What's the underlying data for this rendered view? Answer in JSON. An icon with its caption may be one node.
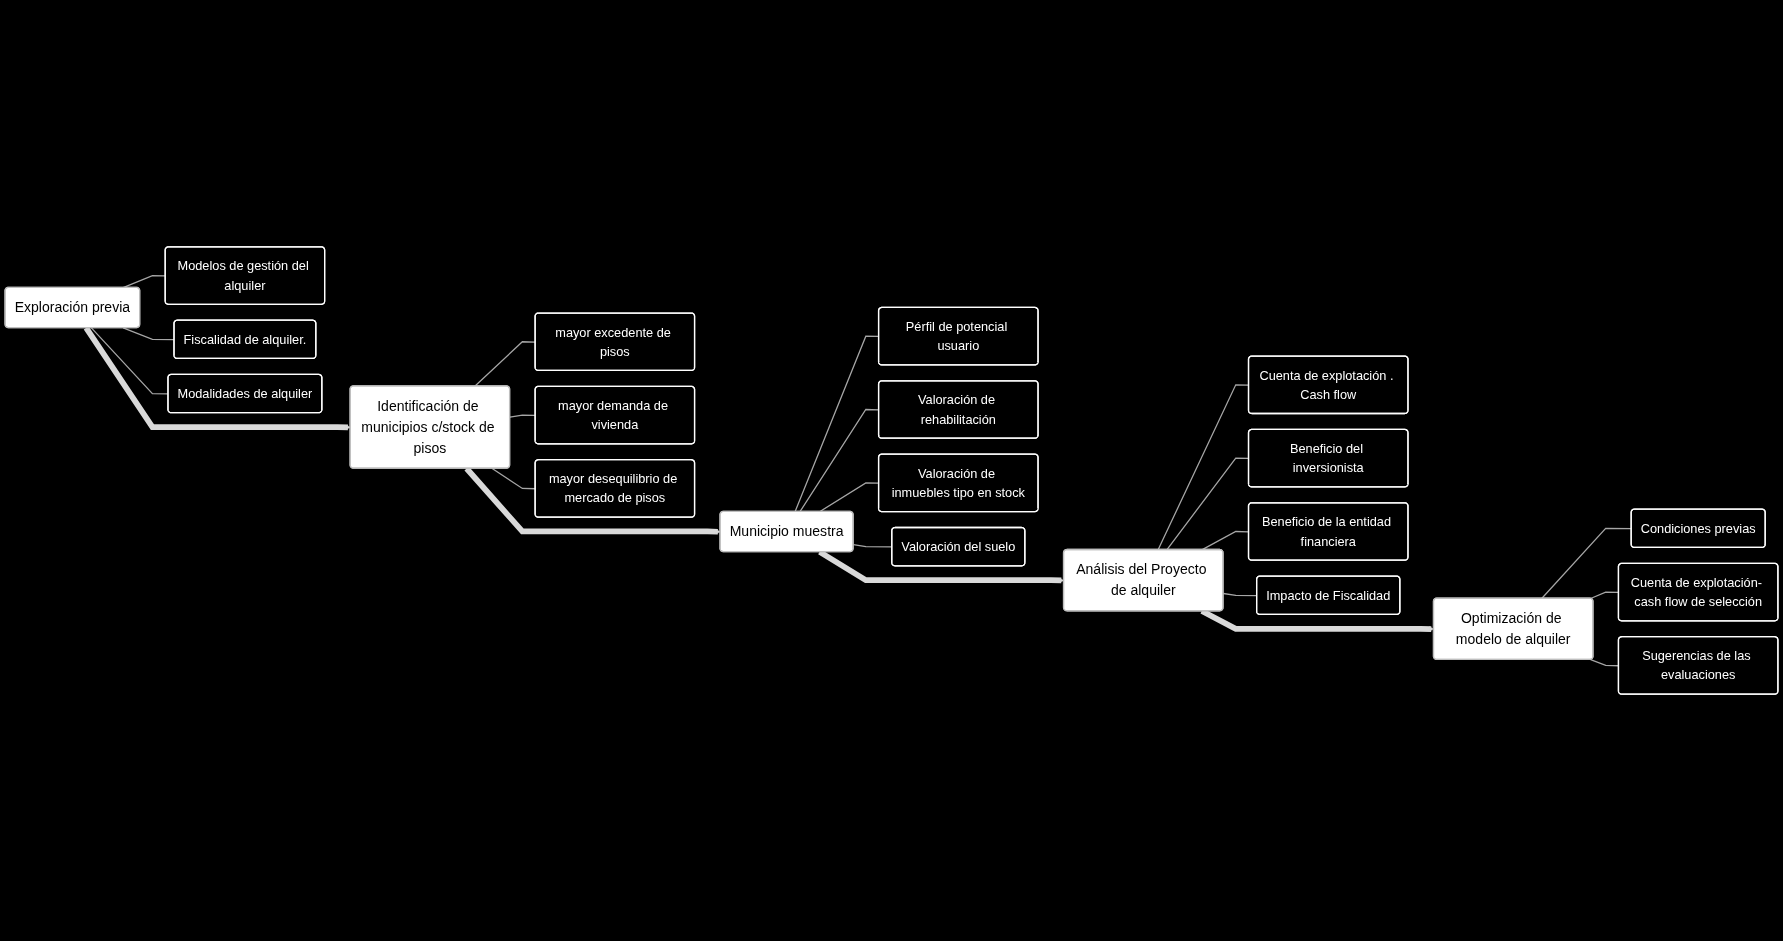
{
  "diagram": {
    "nodes": [
      {
        "text": [
          "Exploración previa"
        ]
      },
      {
        "text": [
          "Modelos de gestión del alquiler"
        ]
      },
      {
        "text": [
          "Fiscalidad de alquiler."
        ]
      },
      {
        "text": [
          "Modalidades de alquiler"
        ]
      },
      {
        "text": [
          "Identificación de municipios c/stock de pisos"
        ]
      },
      {
        "text": [
          "mayor excedente de pisos"
        ]
      },
      {
        "text": [
          "mayor demanda de vivienda"
        ]
      },
      {
        "text": [
          "mayor desequilibrio de mercado de pisos"
        ]
      },
      {
        "text": [
          "Municipio muestra"
        ]
      },
      {
        "text": [
          "Pérfil de potencial usuario"
        ]
      },
      {
        "text": [
          "Valoración de rehabilitación"
        ]
      },
      {
        "text": [
          "Valoración de inmuebles tipo en stock"
        ]
      },
      {
        "text": [
          "Valoración del suelo"
        ]
      },
      {
        "text": [
          "Análisis del Proyecto de alquiler"
        ]
      },
      {
        "text": [
          "Cuenta de explotación . Cash flow"
        ]
      },
      {
        "text": [
          "Beneficio del inversionista"
        ]
      },
      {
        "text": [
          "Beneficio de la entidad financiera"
        ]
      },
      {
        "text": [
          "Impacto de Fiscalidad"
        ]
      },
      {
        "text": [
          "Optimización de modelo de alquiler"
        ]
      },
      {
        "text": [
          "Condiciones previas"
        ]
      },
      {
        "text": [
          "Cuenta de explotación- cash flow de selección"
        ]
      },
      {
        "text": [
          "Sugerencias de las evaluaciones"
        ]
      }
    ],
    "edges": [
      {
        "from": 0,
        "to": 4,
        "arrow": "to",
        "style": "thick",
        "color": "#d9d9d9"
      },
      {
        "from": 4,
        "to": 8,
        "arrow": "to",
        "style": "thick",
        "color": "#d9d9d9"
      },
      {
        "from": 8,
        "to": 13,
        "arrow": "to",
        "style": "thick",
        "color": "#d9d9d9"
      },
      {
        "from": 13,
        "to": 18,
        "arrow": "to",
        "style": "thick",
        "color": "#d9d9d9"
      },
      {
        "from": 0,
        "to": 1,
        "arrow": "none"
      },
      {
        "from": 0,
        "to": 2,
        "arrow": "none"
      },
      {
        "from": 0,
        "to": 3,
        "arrow": "none"
      },
      {
        "from": 4,
        "to": 5,
        "arrow": "none"
      },
      {
        "from": 4,
        "to": 6,
        "arrow": "none"
      },
      {
        "from": 4,
        "to": 7,
        "arrow": "none"
      },
      {
        "from": 8,
        "to": 9,
        "arrow": "none"
      },
      {
        "from": 8,
        "to": 10,
        "arrow": "none"
      },
      {
        "from": 8,
        "to": 11,
        "arrow": "none"
      },
      {
        "from": 8,
        "to": 12,
        "arrow": "none"
      },
      {
        "from": 13,
        "to": 14,
        "arrow": "none"
      },
      {
        "from": 13,
        "to": 15,
        "arrow": "none"
      },
      {
        "from": 13,
        "to": 16,
        "arrow": "none"
      },
      {
        "from": 13,
        "to": 17,
        "arrow": "none"
      },
      {
        "from": 18,
        "to": 19,
        "arrow": "none"
      },
      {
        "from": 18,
        "to": 20,
        "arrow": "none"
      },
      {
        "from": 18,
        "to": 21,
        "arrow": "none"
      }
    ]
  }
}
